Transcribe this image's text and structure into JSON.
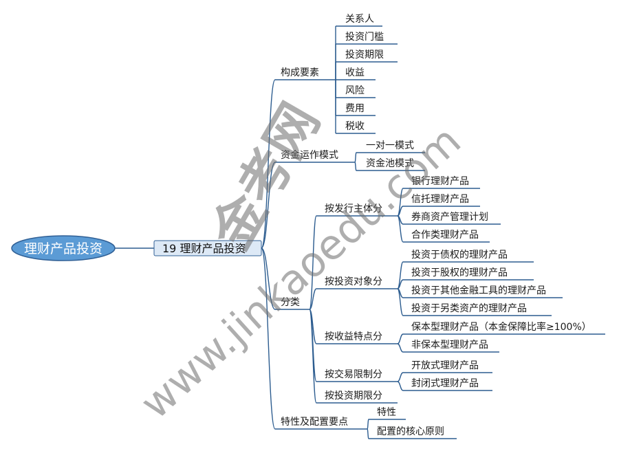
{
  "root": {
    "label": "理财产品投资"
  },
  "main": {
    "label": "19 理财产品投资"
  },
  "branches": {
    "composition": {
      "label": "构成要素",
      "items": [
        "关系人",
        "投资门槛",
        "投资期限",
        "收益",
        "风险",
        "费用",
        "税收"
      ]
    },
    "operation": {
      "label": "资金运作模式",
      "items": [
        "一对一模式",
        "资金池模式"
      ]
    },
    "classification": {
      "label": "分类",
      "groups": [
        {
          "label": "按发行主体分",
          "items": [
            "银行理财产品",
            "信托理财产品",
            "券商资产管理计划",
            "合作类理财产品"
          ]
        },
        {
          "label": "按投资对象分",
          "items": [
            "投资于债权的理财产品",
            "投资于股权的理财产品",
            "投资于其他金融工具的理财产品",
            "投资于另类资产的理财产品"
          ]
        },
        {
          "label": "按收益特点分",
          "items": [
            "保本型理财产品（本金保障比率≥100%）",
            "非保本型理财产品"
          ]
        },
        {
          "label": "按交易限制分",
          "items": [
            "开放式理财产品",
            "封闭式理财产品"
          ]
        },
        {
          "label": "按投资期限分",
          "items": []
        }
      ]
    },
    "features": {
      "label": "特性及配置要点",
      "items": [
        "特性",
        "配置的核心原则"
      ]
    }
  },
  "watermark": {
    "cn": "金考网",
    "url": "www.jinkaoedu.com"
  },
  "colors": {
    "line": "#2c5c8f",
    "root_fill": "#5b9bd5",
    "root_stroke": "#2f5f95",
    "main_fill": "#dde9f6",
    "main_stroke": "#2f5f95"
  }
}
